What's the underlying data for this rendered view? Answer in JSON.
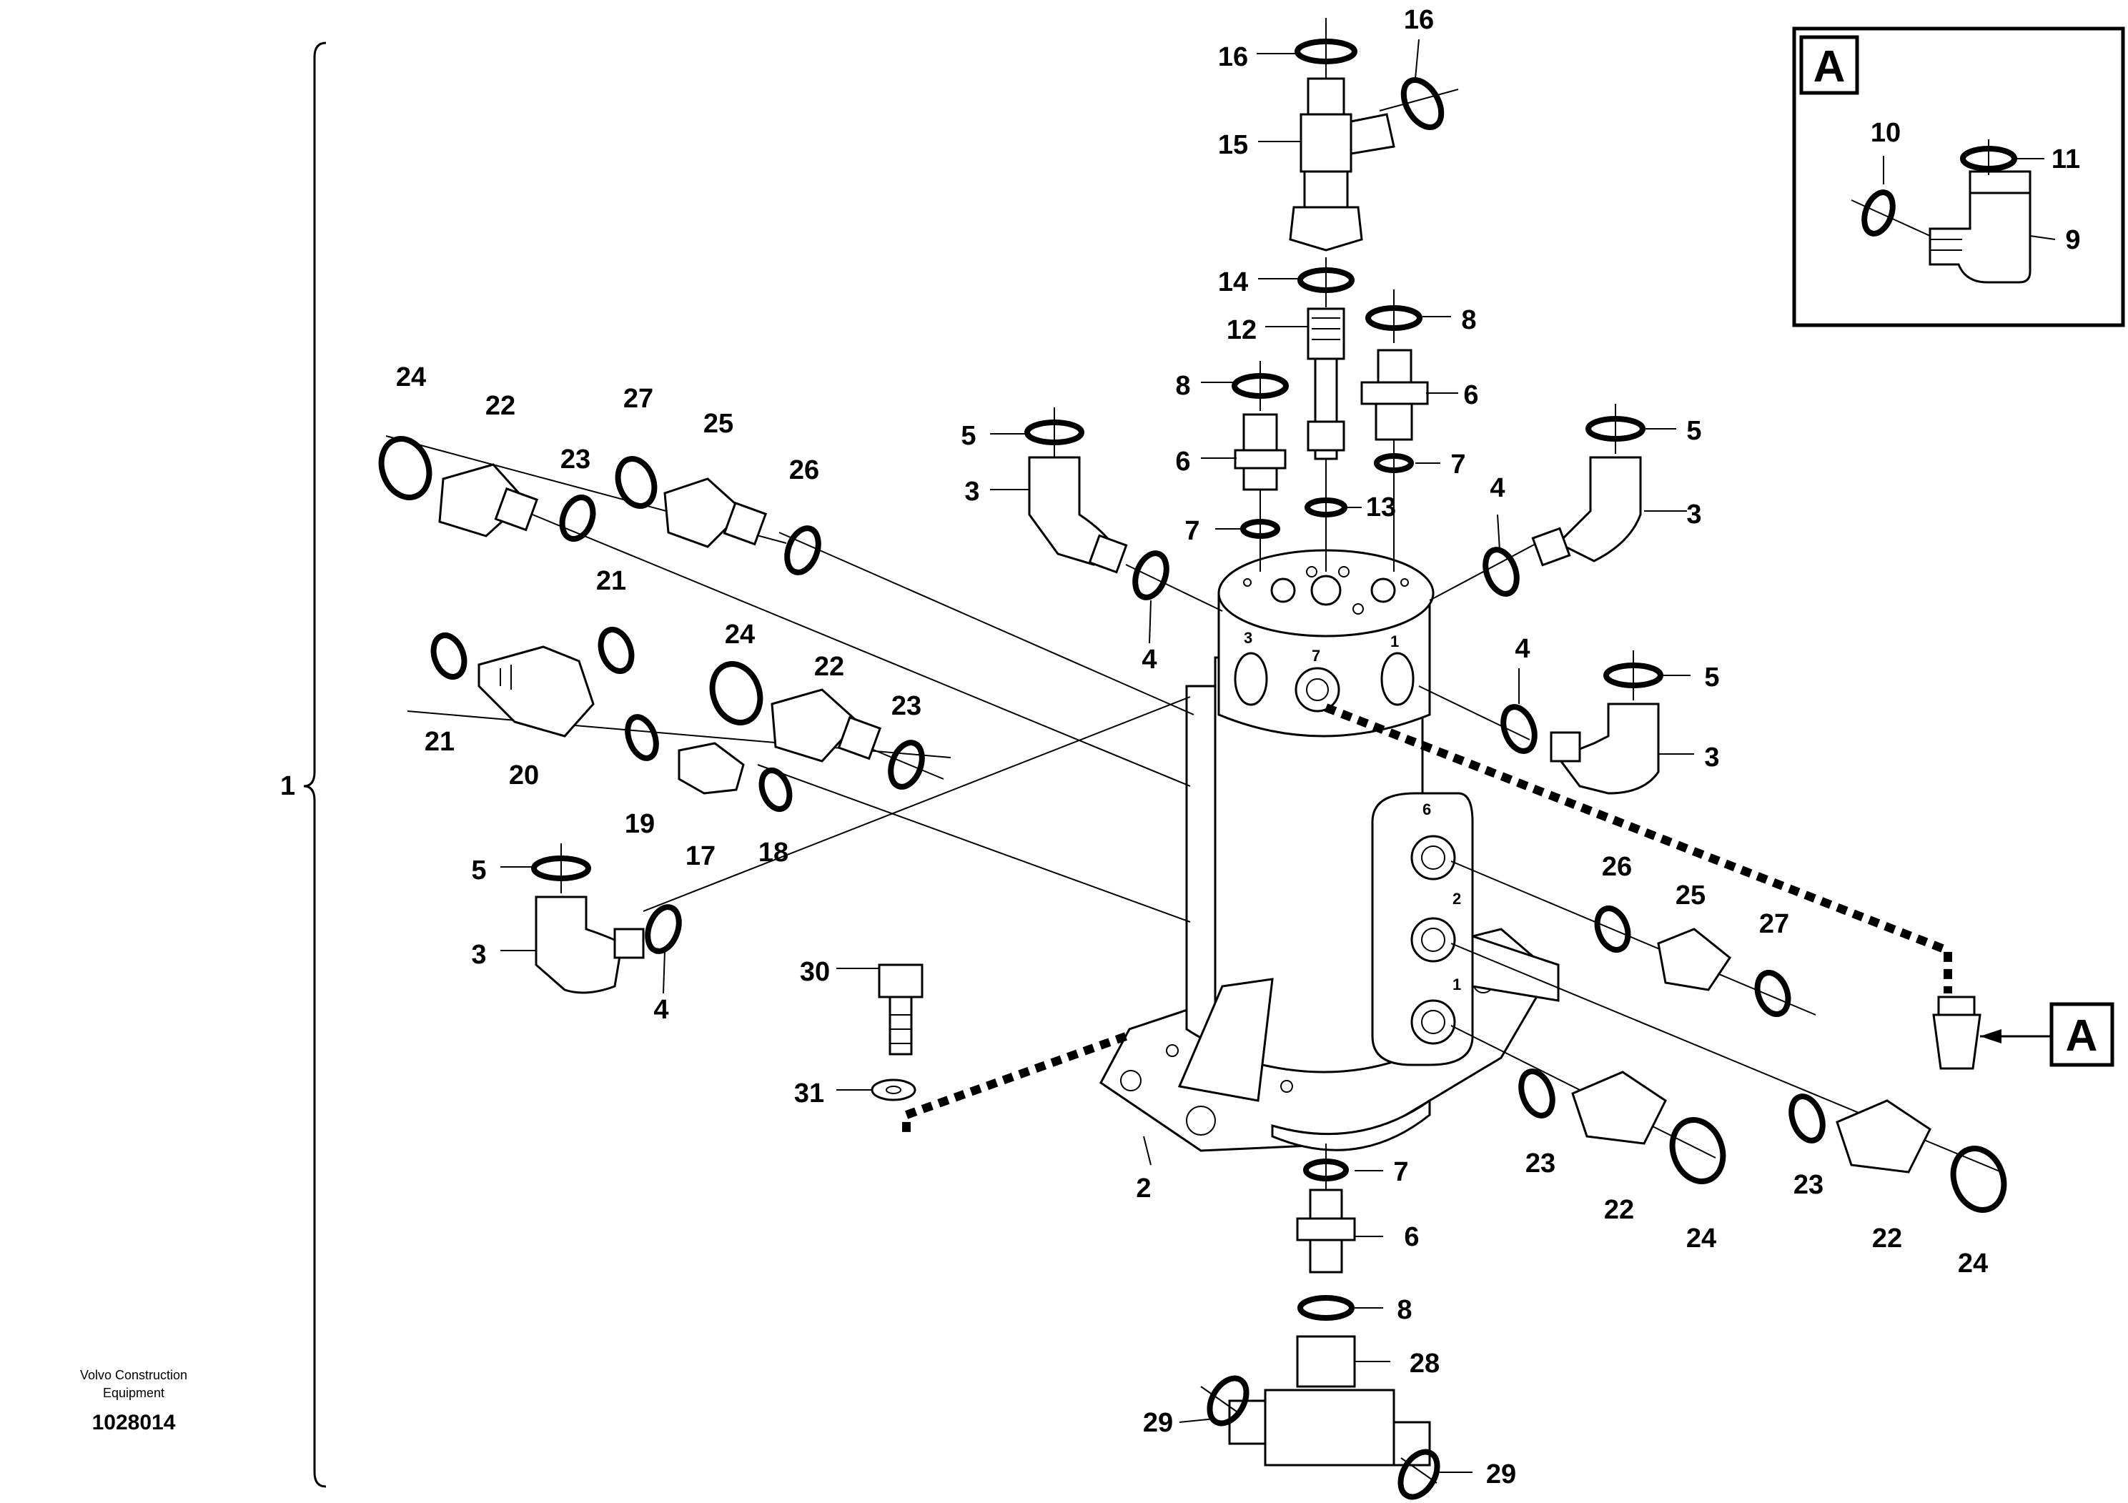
{
  "footer": {
    "brand_line1": "Volvo Construction",
    "brand_line2": "Equipment",
    "doc_number": "1028014"
  },
  "detail": {
    "inset_letter": "A",
    "ref_letter": "A",
    "labels": {
      "p10": "10",
      "p11": "11",
      "p9": "9"
    }
  },
  "assembly_label": "1",
  "ports": {
    "p1": "1",
    "p2": "2",
    "p3": "3",
    "p6": "6",
    "p7": "7"
  },
  "callouts": {
    "c16a": "16",
    "c16b": "16",
    "c15": "15",
    "c14": "14",
    "c12": "12",
    "c8a": "8",
    "c8b": "8",
    "c6a": "6",
    "c6b": "6",
    "c7a": "7",
    "c7b": "7",
    "c13": "13",
    "c5a": "5",
    "c5b": "5",
    "c5c": "5",
    "c5d": "5",
    "c3a": "3",
    "c3b": "3",
    "c3c": "3",
    "c3d": "3",
    "c4a": "4",
    "c4b": "4",
    "c4c": "4",
    "c4d": "4",
    "c24a": "24",
    "c24b": "24",
    "c24c": "24",
    "c24d": "24",
    "c22a": "22",
    "c22b": "22",
    "c22c": "22",
    "c22d": "22",
    "c23a": "23",
    "c23b": "23",
    "c23c": "23",
    "c23d": "23",
    "c27a": "27",
    "c27b": "27",
    "c25a": "25",
    "c25b": "25",
    "c26a": "26",
    "c26b": "26",
    "c21a": "21",
    "c21b": "21",
    "c20": "20",
    "c19": "19",
    "c17": "17",
    "c18": "18",
    "c30": "30",
    "c31": "31",
    "c2": "2",
    "c6c": "6",
    "c7c": "7",
    "c8c": "8",
    "c28": "28",
    "c29a": "29",
    "c29b": "29"
  }
}
